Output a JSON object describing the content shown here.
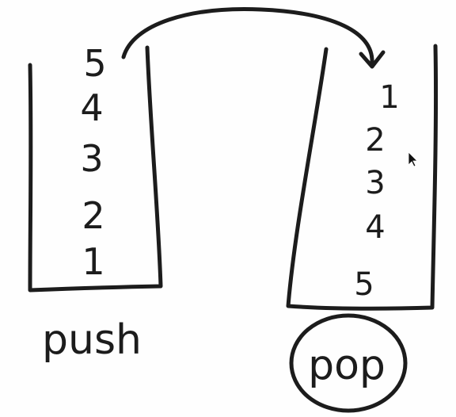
{
  "left_stack": {
    "items": [
      "5",
      "4",
      "3",
      "2",
      "1"
    ],
    "label": "push"
  },
  "right_stack": {
    "items": [
      "1",
      "2",
      "3",
      "4",
      "5"
    ],
    "label": "pop"
  },
  "transfer_arrow_icon": "curved-arrow-right"
}
